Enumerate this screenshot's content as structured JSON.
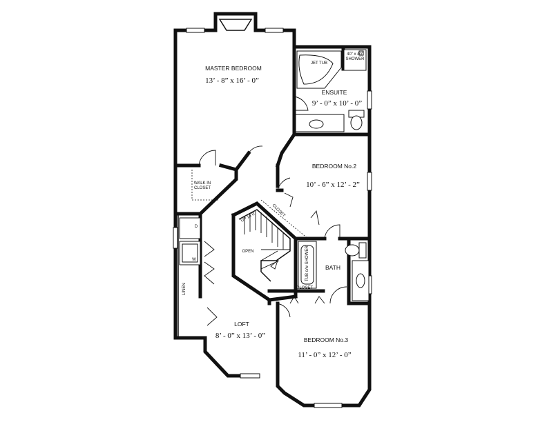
{
  "rooms": {
    "master_bedroom": {
      "name": "MASTER BEDROOM",
      "dimensions": "13’ - 8” x 16’ - 0”"
    },
    "ensuite": {
      "name": "ENSUITE",
      "dimensions": "9’ - 0” x 10’ - 0”"
    },
    "bedroom2": {
      "name": "BEDROOM No.2",
      "dimensions": "10’ - 6” x 12’ - 2”"
    },
    "loft": {
      "name": "LOFT",
      "dimensions": "8’ - 0” x 13’ - 0”"
    },
    "bedroom3": {
      "name": "BEDROOM No.3",
      "dimensions": "11’ - 0” x 12’ - 0”"
    },
    "bath": {
      "name": "BATH"
    }
  },
  "labels": {
    "walk_in_closet_line1": "WALK IN",
    "walk_in_closet_line2": "CLOSET",
    "jet_tub": "JET TUB",
    "shower_line1": "40” x 40”",
    "shower_line2": "SHOWER",
    "tub_shower": "TUB o/w SHOWER",
    "closet_bath": "CLOSET",
    "closet_hall": "CLOSET",
    "linen": "LINEN",
    "open": "OPEN",
    "stair_up": "UP 14 R",
    "dryer": "D",
    "washer": "W"
  }
}
